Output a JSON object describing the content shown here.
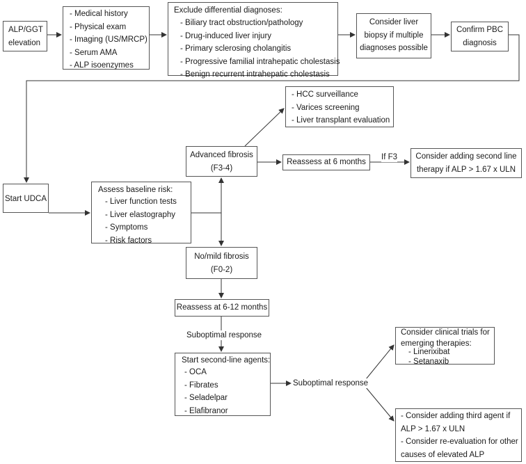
{
  "nodes": {
    "alp_ggt": {
      "lines": [
        "ALP/GGT",
        "elevation"
      ]
    },
    "workup": {
      "items": [
        "- Medical history",
        "- Physical exam",
        "- Imaging (US/MRCP)",
        "- Serum AMA",
        "- ALP isoenzymes"
      ]
    },
    "exclude": {
      "title": "Exclude differential diagnoses:",
      "items": [
        "- Biliary tract obstruction/pathology",
        "- Drug-induced liver injury",
        "- Primary sclerosing cholangitis",
        "- Progressive familial intrahepatic cholestasis",
        "- Benign recurrent intrahepatic cholestasis"
      ]
    },
    "biopsy": {
      "lines": [
        "Consider liver",
        "biopsy if multiple",
        "diagnoses possible"
      ]
    },
    "confirm": {
      "lines": [
        "Confirm PBC",
        "diagnosis"
      ]
    },
    "hcc": {
      "items": [
        "- HCC surveillance",
        "- Varices screening",
        "- Liver transplant evaluation"
      ]
    },
    "advanced": {
      "lines": [
        "Advanced fibrosis",
        "(F3-4)"
      ]
    },
    "reassess6": {
      "lines": [
        "Reassess at 6 months"
      ]
    },
    "second_line_therapy": {
      "lines": [
        "Consider adding second line",
        "therapy if ALP > 1.67 x ULN"
      ]
    },
    "start_udca": {
      "lines": [
        "Start UDCA"
      ]
    },
    "baseline": {
      "title": "Assess baseline risk:",
      "items": [
        "- Liver function tests",
        "- Liver elastography",
        "- Symptoms",
        "- Risk factors"
      ]
    },
    "mild": {
      "lines": [
        "No/mild fibrosis",
        "(F0-2)"
      ]
    },
    "reassess612": {
      "lines": [
        "Reassess at 6-12 months"
      ]
    },
    "second_line_agents": {
      "title": "Start second-line agents:",
      "items": [
        "- OCA",
        "- Fibrates",
        "- Seladelpar",
        "- Elafibranor"
      ]
    },
    "trials": {
      "title": "Consider clinical trials for",
      "title2": "emerging therapies:",
      "items": [
        "- Linerixibat",
        "- Setanaxib"
      ]
    },
    "third_agent": {
      "items": [
        "- Consider adding third agent if",
        "ALP > 1.67 x ULN",
        "- Consider re-evaluation for other",
        "causes of elevated ALP"
      ]
    }
  },
  "edge_labels": {
    "if_f3": "If F3",
    "subopt1": "Suboptimal response",
    "subopt2": "Suboptimal response"
  }
}
